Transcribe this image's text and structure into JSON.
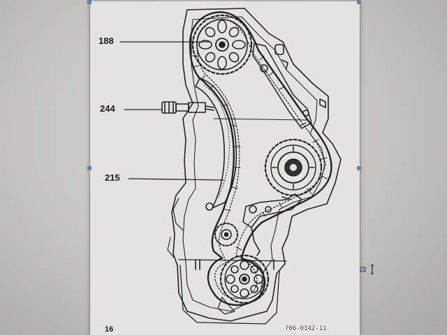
{
  "diagram": {
    "callouts": [
      {
        "id": "188",
        "label": "188"
      },
      {
        "id": "244",
        "label": "244"
      },
      {
        "id": "215",
        "label": "215"
      }
    ],
    "bottom_left_label": "16",
    "reference_code": "?06-0142-11",
    "colors": {
      "ink": "#222222",
      "paper": "#e4e3df",
      "selection": "#6e7fa8"
    },
    "icons": [
      "text-cursor-icon"
    ]
  }
}
